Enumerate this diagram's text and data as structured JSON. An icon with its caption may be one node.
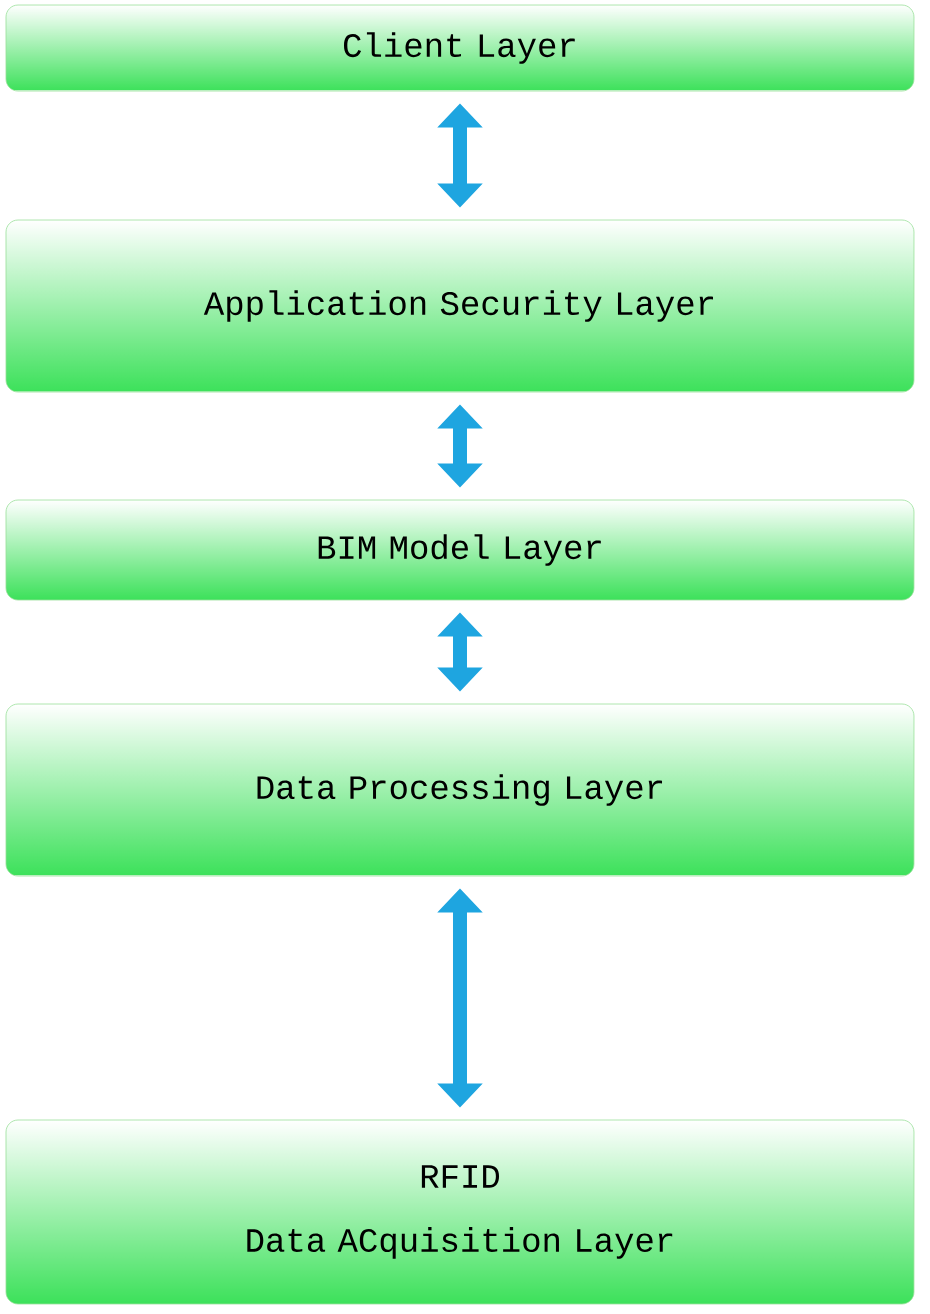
{
  "diagram": {
    "nodes": [
      {
        "text": [
          "Client Layer"
        ]
      },
      {
        "text": [
          "Application Security Layer"
        ]
      },
      {
        "text": [
          "BIM Model Layer"
        ]
      },
      {
        "text": [
          "Data Processing Layer"
        ]
      },
      {
        "text": [
          "RFID",
          "Data ACquisition Layer"
        ]
      }
    ],
    "edges": [
      {
        "from": 0,
        "to": 1,
        "arrow": "both"
      },
      {
        "from": 1,
        "to": 2,
        "arrow": "both"
      },
      {
        "from": 2,
        "to": 3,
        "arrow": "both"
      },
      {
        "from": 3,
        "to": 4,
        "arrow": "both"
      }
    ]
  }
}
